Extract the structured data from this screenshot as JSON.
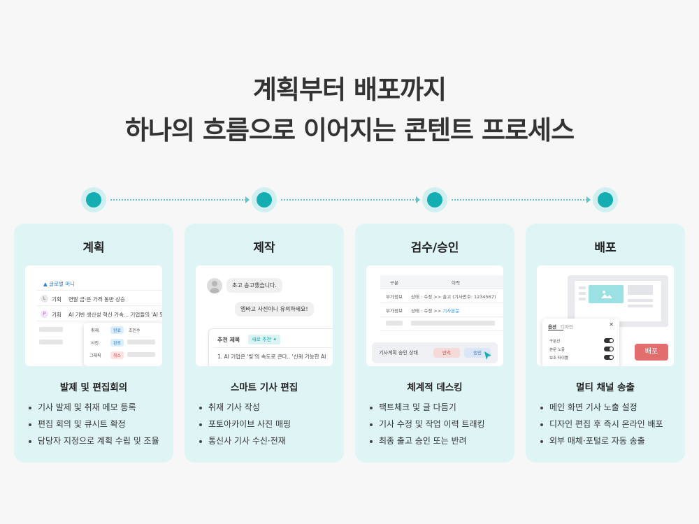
{
  "hero": {
    "line1": "계획부터 배포까지",
    "line2": "하나의 흐름으로 이어지는 콘텐트 프로세스"
  },
  "colors": {
    "accent": "#14aeb2",
    "card_bg": "#dff5f5",
    "danger": "#e26d6d"
  },
  "cards": [
    {
      "title": "계획",
      "subtitle": "발제 및 편집회의",
      "bullets": [
        "기사 발제 및 취재 메모 등록",
        "편집 회의 및 큐시트 확정",
        "담당자 지정으로 계획 수립 및 조율"
      ],
      "screen": {
        "header": "▲ 글로벌 머니",
        "rows": [
          {
            "badge": "L",
            "type": "기획",
            "text": "연말 금·은 가격 동반 상승"
          },
          {
            "badge": "P",
            "type": "기획",
            "text": "AI 기반 생산성 혁신 가속... 기업들의 'AI 5"
          }
        ],
        "popup": {
          "headers": [
            "취재",
            "완료",
            "조인수"
          ],
          "rows": [
            {
              "label": "사진",
              "status": "완료"
            },
            {
              "label": "그래픽",
              "status": "취소"
            }
          ]
        }
      }
    },
    {
      "title": "제작",
      "subtitle": "스마트 기사 편집",
      "bullets": [
        "취재 기사 작성",
        "포토아카이브 사진 매핑",
        "통신사 기사 수신·전재"
      ],
      "screen": {
        "msg1": "초고 송고했습니다.",
        "msg2": "엠바고 사진이니 유의하세요!",
        "rec_label": "추천 제목",
        "rec_button": "새로 추천 ✦",
        "rec_item": "1. AI 기업은 '빛'의 속도로 큰다.. '신뢰 가능한 AI"
      }
    },
    {
      "title": "검수/승인",
      "subtitle": "체계적 데스킹",
      "bullets": [
        "팩트체크 및 글 다듬기",
        "기사 수정 및 작업 이력 트래킹",
        "최종 출고 승인 또는 반려"
      ],
      "screen": {
        "col1": "구분",
        "col2": "이력",
        "rows": [
          {
            "k": "부가정보",
            "prefix": "상태 : 수정 >> 출고 (기사번호: 1234567)",
            "link": ""
          },
          {
            "k": "부가정보",
            "prefix": "상태 : 수정 >> ",
            "link": "기사본문"
          }
        ],
        "panel_label": "기사계획 승인 상태",
        "reject": "반려",
        "approve": "승인"
      }
    },
    {
      "title": "배포",
      "subtitle": "멀티 채널 송출",
      "bullets": [
        "메인 화면 기사 노출 설정",
        "디자인 편집 후 즉시 온라인 배포",
        "외부 매체·포털로 자동 송출"
      ],
      "screen": {
        "tab1": "옵션",
        "tab2": "디자인",
        "close": "✕",
        "options": [
          "구분선",
          "본문 노출",
          "보조 타이틀"
        ],
        "deploy": "배포"
      }
    }
  ]
}
